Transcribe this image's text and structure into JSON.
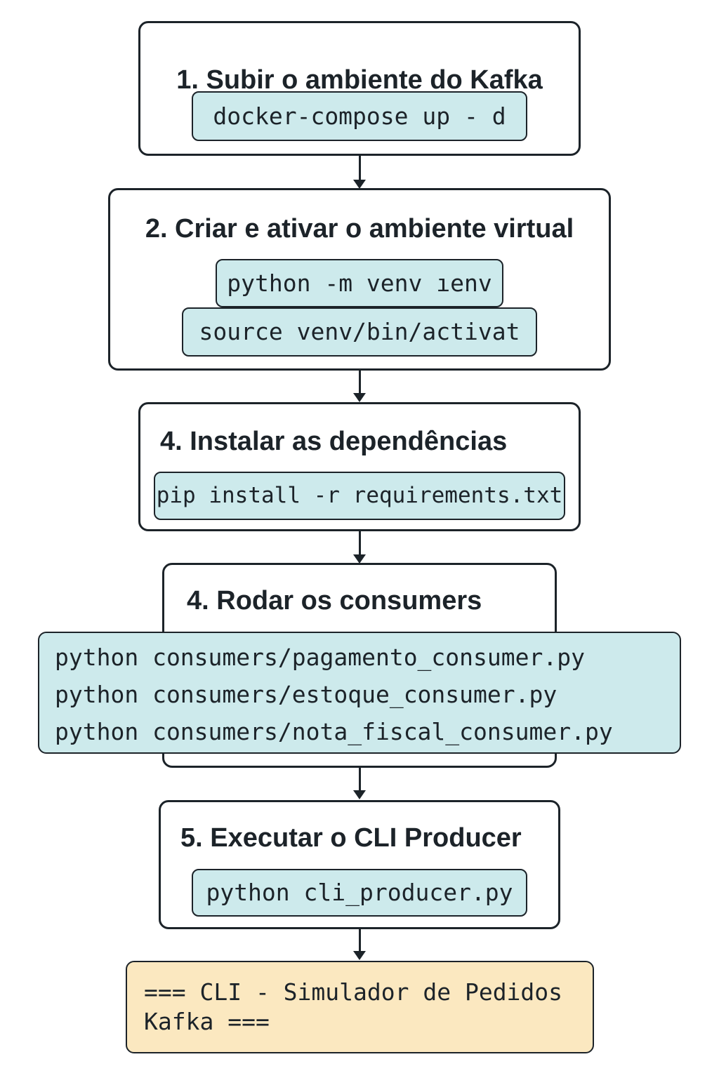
{
  "steps": [
    {
      "title": "1. Subir o ambiente do Kafka",
      "commands": [
        "docker-compose up - d"
      ]
    },
    {
      "title": "2. Criar e ativar o ambiente virtual",
      "commands": [
        "python -m venv ıenv",
        "source venv/bin/activat"
      ]
    },
    {
      "title": "4. Instalar as dependências",
      "commands": [
        "pip install -r requirements.txt"
      ]
    },
    {
      "title": "4. Rodar os consumers",
      "commands": [
        "python consumers/pagamento_consumer.py",
        "python consumers/estoque_consumer.py",
        "python consumers/nota_fiscal_consumer.py"
      ]
    },
    {
      "title": "5. Executar o CLI Producer",
      "commands": [
        "python cli_producer.py"
      ]
    }
  ],
  "output": {
    "lines": [
      "=== CLI - Simulador de Pedidos",
      "Kafka ==="
    ]
  },
  "colors": {
    "command_bg": "#cdeaec",
    "output_bg": "#fbe8c0",
    "stroke": "#1c2329"
  }
}
